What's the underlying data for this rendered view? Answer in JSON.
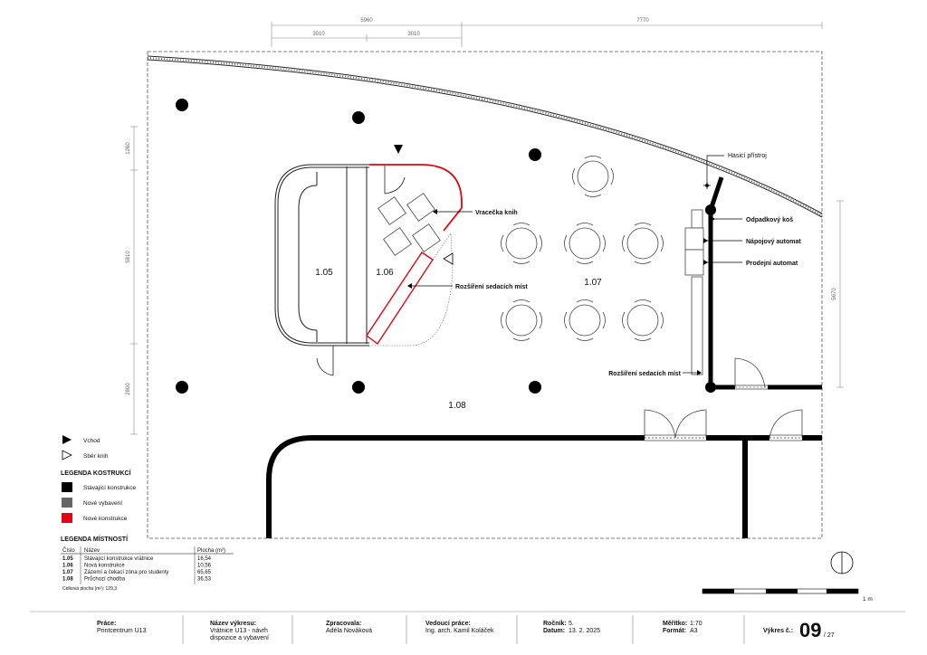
{
  "dimensions": {
    "top_total_left": "5960",
    "top_total_right": "7770",
    "top_sub_1": "3010",
    "top_sub_2": "3010",
    "left_1": "1260",
    "left_2": "5810",
    "left_3": "2800",
    "right_1": "5670"
  },
  "rooms": {
    "r105": "1.05",
    "r106": "1.06",
    "r107": "1.07",
    "r108": "1.08"
  },
  "callouts": {
    "fire_extinguisher": "Hasicí přístroj",
    "book_return": "Vracečka knih",
    "seating_ext_1": "Rozšíření sedacích míst",
    "trash_bin": "Odpadkový koš",
    "drink_machine": "Nápojový automat",
    "vending_machine": "Prodejní automat",
    "seating_ext_2": "Rozšíření sedacích míst"
  },
  "symbols_legend": {
    "entrance": "Vchod",
    "book_collection": "Sběr knih"
  },
  "construction_legend": {
    "title": "LEGENDA KOSTRUKCÍ",
    "items": [
      {
        "label": "Stávající konstrukce",
        "color": "#000000"
      },
      {
        "label": "Nové vybavení",
        "color": "#666666"
      },
      {
        "label": "Nové konstrukce",
        "color": "#e30613"
      }
    ]
  },
  "room_legend": {
    "title": "LEGENDA MÍSTNOSTÍ",
    "headers": {
      "number": "Číslo",
      "name": "Název",
      "area": "Plocha (m²)"
    },
    "rows": [
      {
        "number": "1.05",
        "name": "Stávající konstrukce vrátnice",
        "area": "16,54"
      },
      {
        "number": "1.06",
        "name": "Nová konstrukce",
        "area": "10,56"
      },
      {
        "number": "1.07",
        "name": "Zázemí a čekací zóna pro studenty",
        "area": "65,65"
      },
      {
        "number": "1.08",
        "name": "Průchozí chodba",
        "area": "36,53"
      }
    ],
    "total": "Celková plocha (m²): 129,3"
  },
  "scale_bar_label": "1 m",
  "title_block": {
    "work_label": "Práce:",
    "work_value": "Printcentrum U13",
    "drawing_label": "Název výkresu:",
    "drawing_value_1": "Vrátnice U13 - návrh",
    "drawing_value_2": "dispozice a vybavení",
    "author_label": "Zpracovala:",
    "author_value": "Adéla Nováková",
    "supervisor_label": "Vedoucí práce:",
    "supervisor_value": "Ing. arch. Kamil Koláček",
    "year_label": "Ročník:",
    "year_value": "5.",
    "date_label": "Datum:",
    "date_value": "13. 2. 2025",
    "scale_label": "Měřítko:",
    "scale_value": "1:70",
    "format_label": "Formát:",
    "format_value": "A3",
    "sheet_label": "Výkres č.:",
    "sheet_number": "09",
    "sheet_total": "/ 27"
  },
  "colors": {
    "existing": "#000000",
    "new_furniture": "#666666",
    "new_construction": "#e30613"
  }
}
